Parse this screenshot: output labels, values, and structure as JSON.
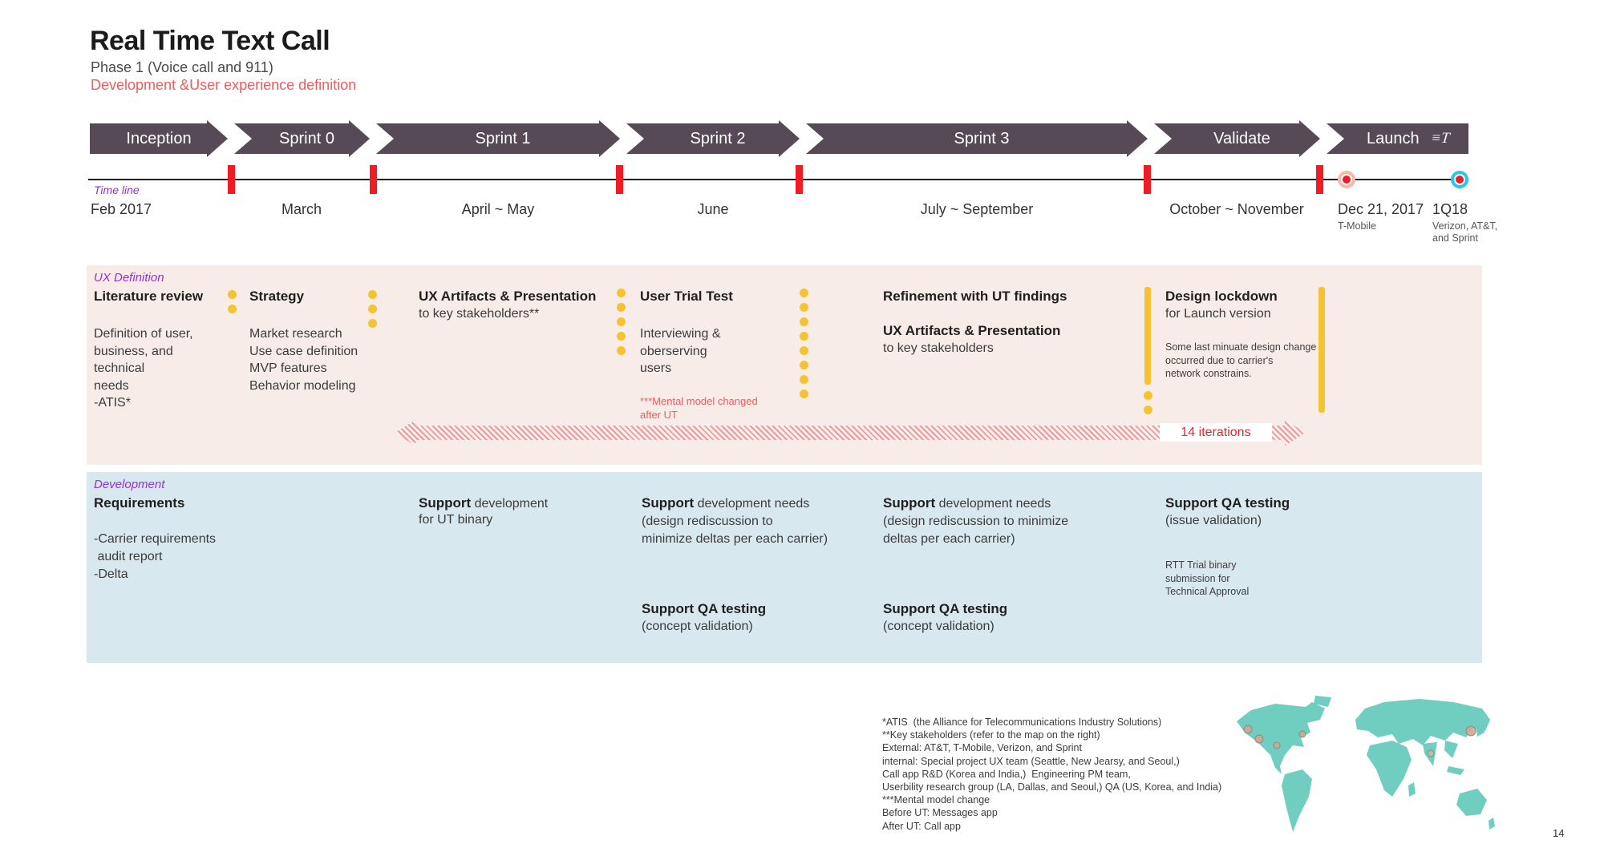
{
  "header": {
    "title": "Real Time Text Call",
    "subtitle": "Phase 1 (Voice call and 911)",
    "tagline": "Development &User experience definition"
  },
  "phases": [
    {
      "label": "Inception"
    },
    {
      "label": "Sprint 0"
    },
    {
      "label": "Sprint 1"
    },
    {
      "label": "Sprint 2"
    },
    {
      "label": "Sprint 3"
    },
    {
      "label": "Validate"
    },
    {
      "label": "Launch"
    }
  ],
  "icons": {
    "rtt_glyph": "≡T"
  },
  "timeline": {
    "label": "Time line",
    "dates": [
      "Feb 2017",
      "March",
      "April ~ May",
      "June",
      "July ~ September",
      "October ~  November"
    ],
    "launch_date": {
      "label": "Dec 21, 2017",
      "sub": "T-Mobile"
    },
    "ga_date": {
      "label": "1Q18",
      "sub": [
        "Verizon, AT&T,",
        "and Sprint"
      ]
    }
  },
  "ux": {
    "label": "UX Definition",
    "col1": {
      "title": "Literature review",
      "body": [
        "Definition of user,",
        "business, and",
        "technical",
        "needs",
        "-ATIS*"
      ]
    },
    "col2": {
      "title": "Strategy",
      "body": [
        "Market research",
        "Use case definition",
        "MVP features",
        "Behavior modeling"
      ]
    },
    "col3": {
      "title": "UX Artifacts & Presentation",
      "sub": "to key stakeholders**"
    },
    "col4": {
      "title": "User Trial Test",
      "body": [
        "Interviewing &",
        "oberserving",
        "users"
      ],
      "note": [
        "***Mental model changed",
        "after UT"
      ]
    },
    "col5": {
      "title": "Refinement with UT findings",
      "title2": "UX Artifacts & Presentation",
      "sub2": "to key stakeholders"
    },
    "col6": {
      "title": "Design lockdown",
      "sub": "for Launch version",
      "small": [
        "Some last minuate design change",
        "occurred due to carrier's",
        "network constrains."
      ]
    },
    "iterations": "14 iterations"
  },
  "development": {
    "label": "Development",
    "col1": {
      "title": "Requirements",
      "body": [
        "-Carrier requirements",
        " audit report",
        "-Delta"
      ]
    },
    "col2": {
      "bold": "Support",
      "rest": " development",
      "line2": "for UT binary"
    },
    "col3": {
      "bold": "Support",
      "rest": " development needs",
      "body": [
        "(design rediscussion to",
        "minimize deltas per each carrier)"
      ],
      "qa_title": "Support QA testing",
      "qa_body": "(concept validation)"
    },
    "col4": {
      "bold": "Support",
      "rest": " development needs",
      "body": [
        "(design rediscussion to minimize",
        "deltas per each carrier)"
      ],
      "qa_title": "Support QA testing",
      "qa_body": "(concept validation)"
    },
    "col5": {
      "qa_title": "Support QA testing",
      "qa_body": "(issue validation)",
      "small": [
        "RTT Trial binary",
        "submission for",
        "Technical Approval"
      ]
    }
  },
  "footnotes": [
    "*ATIS  (the Alliance for Telecommunications Industry Solutions)",
    "**Key stakeholders (refer to the map on the right)",
    "External: AT&T, T-Mobile, Verizon, and Sprint",
    "internal: Special project UX team (Seattle, New Jearsy, and Seoul,)",
    "Call app R&D (Korea and India,)  Engineering PM team,",
    "Userbility research group (LA, Dallas, and Seoul,) QA (US, Korea, and India)",
    "***Mental model change",
    "Before UT: Messages app",
    "After UT: Call app"
  ],
  "page_number": "14",
  "colors": {
    "accent_red": "#EE1C24",
    "soft_red": "#F15B5E",
    "purple": "#9233D4",
    "yellow": "#F5C332",
    "arrow_fill": "#564A56",
    "ux_bg": "#F7ECE8",
    "dev_bg": "#D7E8EE",
    "map_teal": "#6FCEBF",
    "cyan_ring": "#29C2F1",
    "pink_ring": "#F6B9A4"
  }
}
